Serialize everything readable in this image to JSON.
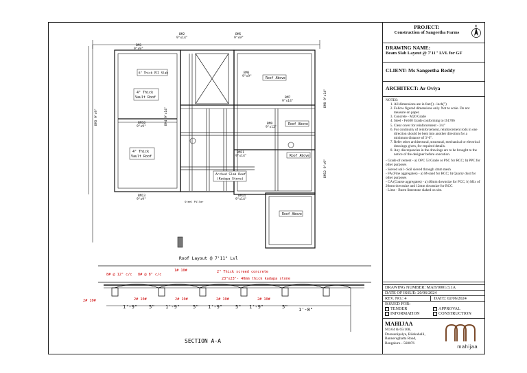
{
  "title_block": {
    "project_label": "PROJECT:",
    "project_name": "Construction of Sangeetha Farms",
    "north_letter": "N",
    "drawing_name_label": "DRAWING NAME:",
    "drawing_name": "Beam Slab Layout @ 7'11'' LVL for GF",
    "client": "CLIENT: Ms Sangeetha Reddy",
    "architect": "ARCHITECT: Ar Oviya",
    "notes_heading": "NOTES:",
    "notes": [
      "All dimensions are in feet(') - inch(\")",
      "Follow figured dimensions only. Not to scale. Do not measure on paper.",
      "Concrete - M20 Grade",
      "Steel - Fe500 Grade conforming to IS1786",
      "Clear cover for reinforcement - 3/4\"",
      "For continuity of reinforcement, reinforcement rods in one direction should be bent into another direction for a minimum distance of 3'-0\".",
      "Refer other architectural, structural, mechanical or electrical drawings given, for required details.",
      "Any discrepancies in the drawings are to be brought to the notice of the designer before execution."
    ],
    "extra_notes": [
      "- Grade of cement - a) OPC 53 Grade or PSC for RCC; b) PPC for other purposes",
      "- Sieved soil - Soil sieved through 4mm mesh",
      "- FA (Fine aggregates) - a) M-sand for RCC; b) Quarry dust for other purposes",
      "- CA (Coarse aggregates) - a) 40mm downsize for PCC; b) Mix of 20mm downsize and 12mm downsize for RCC",
      "- Lime - Burnt limestone slaked on site."
    ],
    "drawing_number": "DRAWING NUMBER: MAH/0001/3.1A",
    "date_of_issue": "DATE OF ISSUE: 20/06/2024",
    "rev_no": "REV. NO.: 4",
    "rev_date": "DATE: 02/06/2024",
    "issued_for": "ISSUED FOR:",
    "issued_options": [
      "TENDER",
      "APPROVAL",
      "INFORMATION",
      "CONSTRUCTION"
    ],
    "company": "MAHIJAA",
    "address_lines": [
      "NO.64 & 65/108,",
      "Doresanipalya, Bilekahalli,",
      "Bannerughatta Road,",
      "Bengaluru - 560076"
    ],
    "logo_text": "mahijaa"
  },
  "plan": {
    "caption": "Roof Layout @ 7'11\" Lvl",
    "beams": [
      {
        "name": "BM1",
        "size": "9\"x9\""
      },
      {
        "name": "BM2",
        "size": "9\"x14\""
      },
      {
        "name": "BM5",
        "size": "9\"x9\""
      },
      {
        "name": "BM6",
        "size": "9\"x9\""
      },
      {
        "name": "BM7",
        "size": "9\"x14\""
      },
      {
        "name": "BM8",
        "size": "9\"x14\""
      },
      {
        "name": "BM9",
        "size": "9\"x12\""
      },
      {
        "name": "BM10",
        "size": "9\"x9\""
      },
      {
        "name": "BM11",
        "size": "9\"x14\""
      },
      {
        "name": "BM12",
        "size": "9\"x9\""
      },
      {
        "name": "BM13",
        "size": "9\"x9\""
      },
      {
        "name": "BM14",
        "size": "9\"x14\""
      },
      {
        "name": "BM4",
        "size": "9\"x14\""
      },
      {
        "name": "BM3",
        "size": "9\"x9\""
      }
    ],
    "labels": {
      "pcc_slab": "6\" Thick PCC Slab",
      "vault1a": "4\" Thick",
      "vault1b": "Vault Roof",
      "vault2a": "4\" Thick",
      "vault2b": "Vault Roof",
      "roof_above_1": "Roof Above",
      "roof_above_2": "Roof Above",
      "roof_above_3": "Roof Above",
      "roof_above_4": "Roof Above",
      "arched_a": "Arched Slab Roof",
      "arched_b": "(Kadapa Stone)",
      "steel_pillar": "Steel Pillar"
    }
  },
  "section": {
    "title": "SECTION A-A",
    "annotations": {
      "r1": "8# @ 12\" c/c",
      "r2": "8# @ 8\" c/c",
      "r3": "1# 10#",
      "concrete": "2\" Thick screed concrete",
      "kadapa": "23\"x23\"- 40mm thick kadapa stone",
      "bottom_bars": "2# 10#",
      "left_bar": "2# 10#"
    },
    "dims": [
      "1'-9\"",
      "5\"",
      "1'-9\"",
      "5\"",
      "1'-9\"",
      "5\"",
      "1'-9\"",
      "5\"",
      "1'-8\""
    ]
  }
}
